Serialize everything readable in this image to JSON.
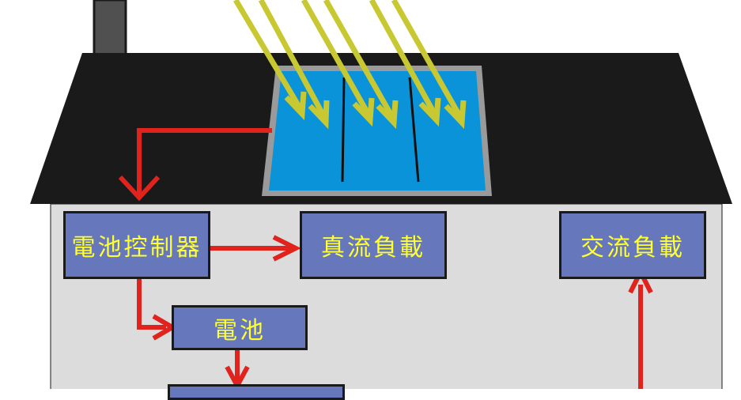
{
  "colors": {
    "roof": "#1a1a1a",
    "wall": "#dcdcdc",
    "panel": "#0a93d8",
    "panel_frame": "#9a9a9a",
    "sun_rays": "#c8c832",
    "flow_arrows": "#e0231c",
    "box_fill": "#6677bb",
    "box_text": "#ffff33"
  },
  "components": {
    "controller": "電池控制器",
    "dc_load": "真流負載",
    "ac_load": "交流負載",
    "battery": "電池"
  },
  "icons": [
    "chimney",
    "solar-panel",
    "sun-ray-arrows",
    "flow-arrows"
  ]
}
